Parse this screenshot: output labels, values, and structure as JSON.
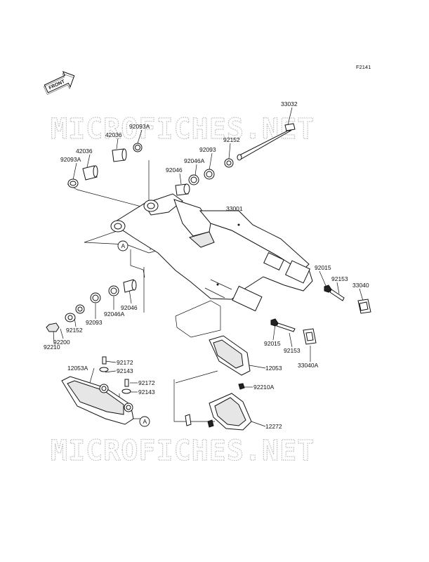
{
  "diagram": {
    "code": "F2141",
    "front_badge": "FRONT",
    "watermark": "MICROFICHES.NET",
    "callout_marker": "A",
    "parts": [
      {
        "id": "33032"
      },
      {
        "id": "92152"
      },
      {
        "id": "92093"
      },
      {
        "id": "92046A"
      },
      {
        "id": "92046"
      },
      {
        "id": "92093A"
      },
      {
        "id": "42036"
      },
      {
        "id": "42036"
      },
      {
        "id": "92093A"
      },
      {
        "id": "33001"
      },
      {
        "id": "92015"
      },
      {
        "id": "92153"
      },
      {
        "id": "33040"
      },
      {
        "id": "92046"
      },
      {
        "id": "92046A"
      },
      {
        "id": "92093"
      },
      {
        "id": "92152"
      },
      {
        "id": "92200"
      },
      {
        "id": "92210"
      },
      {
        "id": "92015"
      },
      {
        "id": "92153"
      },
      {
        "id": "33040A"
      },
      {
        "id": "12053"
      },
      {
        "id": "92172"
      },
      {
        "id": "92143"
      },
      {
        "id": "12053A"
      },
      {
        "id": "92172"
      },
      {
        "id": "92143"
      },
      {
        "id": "92210A"
      },
      {
        "id": "12272"
      }
    ]
  }
}
